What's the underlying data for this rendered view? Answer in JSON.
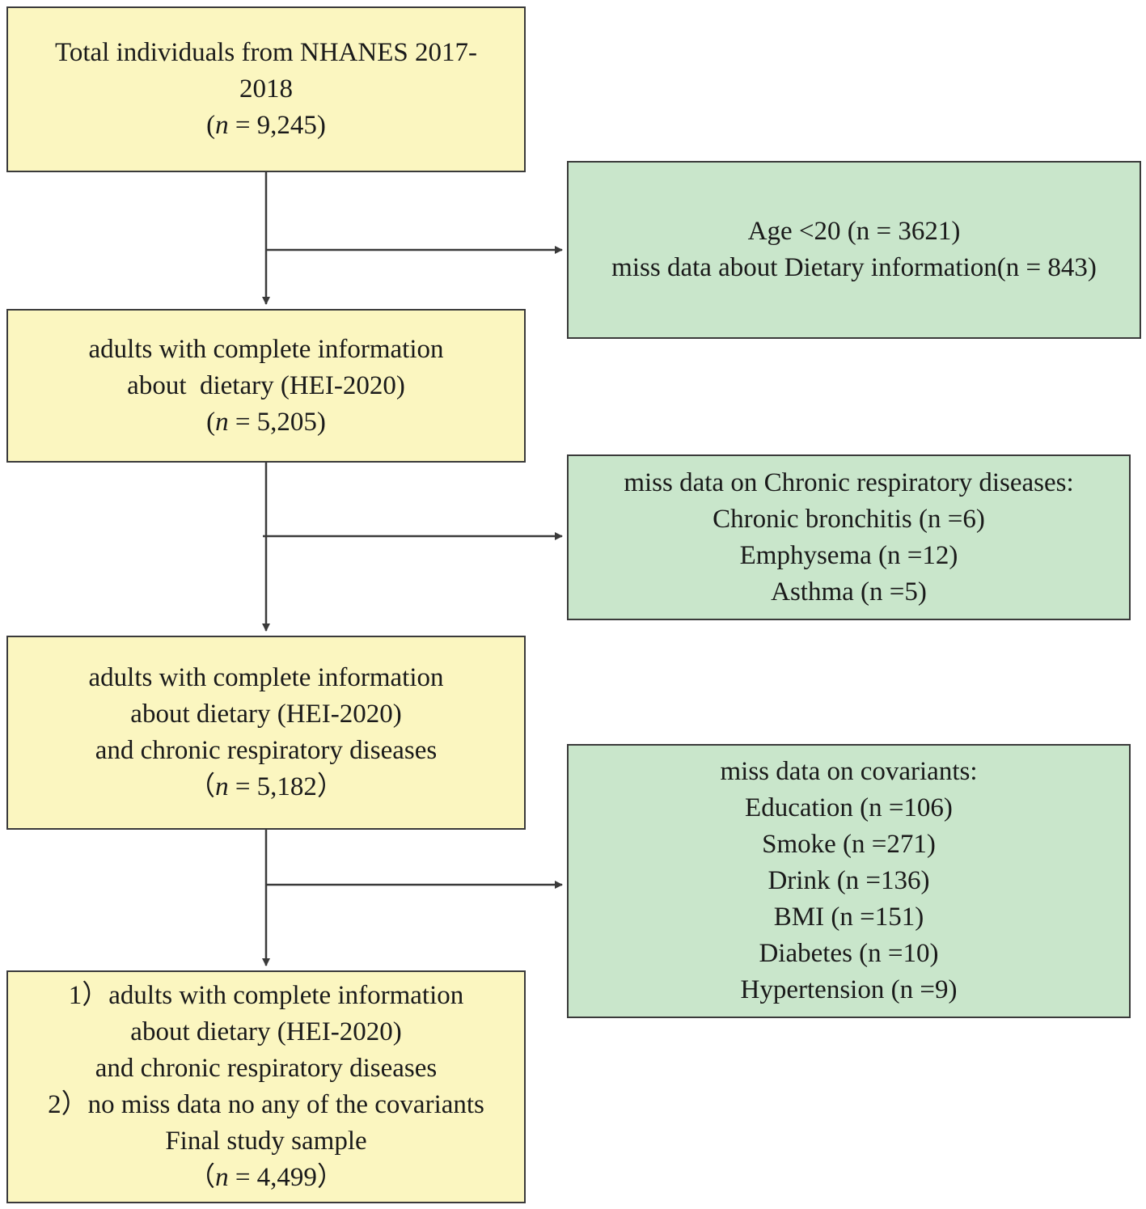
{
  "flow": {
    "step1": {
      "line1": "Total individuals from NHANES 2017-",
      "line2": "2018",
      "n_open": "(",
      "n_var": "n",
      "n_rest": " = 9,245)"
    },
    "step2": {
      "line1": "adults with complete information",
      "line2": "about  dietary (HEI-2020)",
      "n_open": "(",
      "n_var": "n",
      "n_rest": " = 5,205)"
    },
    "step3": {
      "line1": "adults with complete information",
      "line2": "about dietary (HEI-2020)",
      "line3": "and chronic respiratory diseases",
      "n_open": "（",
      "n_var": "n",
      "n_rest": " = 5,182）"
    },
    "step4": {
      "line1": "1）adults with complete information",
      "line2": "about dietary (HEI-2020)",
      "line3": "and chronic respiratory diseases",
      "line4": "2）no miss data no any of the covariants",
      "line5": "Final study sample",
      "n_open": "（",
      "n_var": "n",
      "n_rest": " = 4,499）"
    }
  },
  "exclusions": {
    "ex1": {
      "line1": "Age <20 (n = 3621)",
      "line2": "miss data about Dietary information(n = 843)"
    },
    "ex2": {
      "heading": "miss data on Chronic respiratory diseases:",
      "items": [
        "Chronic bronchitis (n =6)",
        "Emphysema (n =12)",
        "Asthma (n =5)"
      ]
    },
    "ex3": {
      "heading": "miss data on covariants:",
      "items": [
        "Education (n =106)",
        "Smoke (n =271)",
        "Drink (n =136)",
        "BMI (n =151)",
        "Diabetes (n =10)",
        "Hypertension (n =9)"
      ]
    }
  },
  "colors": {
    "included_box": "#fbf6c0",
    "excluded_box": "#c9e6cb",
    "stroke": "#3a3a3a"
  }
}
